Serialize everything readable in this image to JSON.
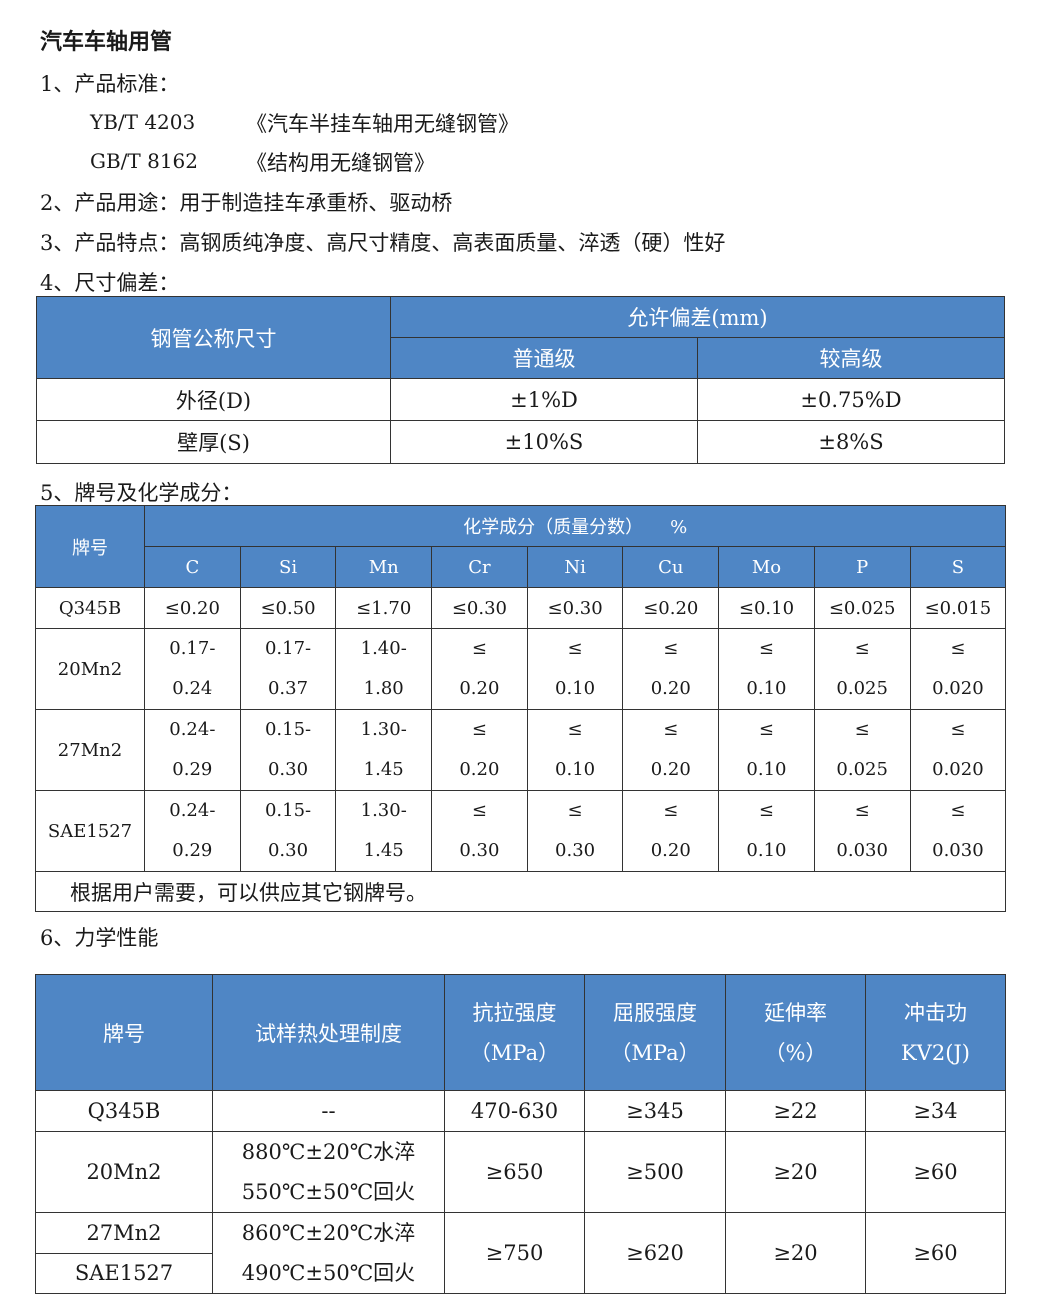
{
  "title": "汽车车轴用管",
  "sections": {
    "standards_heading": "1、产品标准：",
    "standards": [
      {
        "code": "YB/T 4203",
        "name": "《汽车半挂车轴用无缝钢管》"
      },
      {
        "code": "GB/T 8162",
        "name": "《结构用无缝钢管》"
      }
    ],
    "usage": "2、产品用途：用于制造挂车承重桥、驱动桥",
    "features": "3、产品特点：高钢质纯净度、高尺寸精度、高表面质量、淬透（硬）性好",
    "tolerance_heading": "4、尺寸偏差：",
    "chem_heading": "5、牌号及化学成分：",
    "mech_heading": "6、力学性能"
  },
  "tolerance_table": {
    "col_size": "钢管公称尺寸",
    "col_group": "允许偏差(mm)",
    "col_normal": "普通级",
    "col_high": "较高级",
    "rows": [
      {
        "item": "外径(D)",
        "normal": "±1%D",
        "high": "±0.75%D"
      },
      {
        "item": "壁厚(S)",
        "normal": "±10%S",
        "high": "±8%S"
      }
    ]
  },
  "chem_table": {
    "col_grade": "牌号",
    "col_group": "化学成分（质量分数）　　%",
    "elements": [
      "C",
      "Si",
      "Mn",
      "Cr",
      "Ni",
      "Cu",
      "Mo",
      "P",
      "S"
    ],
    "rows": [
      {
        "grade": "Q345B",
        "single": true,
        "values": [
          "≤0.20",
          "≤0.50",
          "≤1.70",
          "≤0.30",
          "≤0.30",
          "≤0.20",
          "≤0.10",
          "≤0.025",
          "≤0.015"
        ]
      },
      {
        "grade": "20Mn2",
        "single": false,
        "top": [
          "0.17-",
          "0.17-",
          "1.40-",
          "≤",
          "≤",
          "≤",
          "≤",
          "≤",
          "≤"
        ],
        "bottom": [
          "0.24",
          "0.37",
          "1.80",
          "0.20",
          "0.10",
          "0.20",
          "0.10",
          "0.025",
          "0.020"
        ]
      },
      {
        "grade": "27Mn2",
        "single": false,
        "top": [
          "0.24-",
          "0.15-",
          "1.30-",
          "≤",
          "≤",
          "≤",
          "≤",
          "≤",
          "≤"
        ],
        "bottom": [
          "0.29",
          "0.30",
          "1.45",
          "0.20",
          "0.10",
          "0.20",
          "0.10",
          "0.025",
          "0.020"
        ]
      },
      {
        "grade": "SAE1527",
        "single": false,
        "top": [
          "0.24-",
          "0.15-",
          "1.30-",
          "≤",
          "≤",
          "≤",
          "≤",
          "≤",
          "≤"
        ],
        "bottom": [
          "0.29",
          "0.30",
          "1.45",
          "0.30",
          "0.30",
          "0.20",
          "0.10",
          "0.030",
          "0.030"
        ]
      }
    ],
    "note": "根据用户需要，可以供应其它钢牌号。"
  },
  "mech_table": {
    "headers": {
      "grade": "牌号",
      "heat": "试样热处理制度",
      "tensile": [
        "抗拉强度",
        "（MPa）"
      ],
      "yield": [
        "屈服强度",
        "（MPa）"
      ],
      "elong": [
        "延伸率",
        "（%）"
      ],
      "impact": [
        "冲击功",
        "KV2(J)"
      ]
    },
    "row_q345b": {
      "grade": "Q345B",
      "heat": "--",
      "tensile": "470-630",
      "yield": "≥345",
      "elong": "≥22",
      "impact": "≥34"
    },
    "row_20mn2": {
      "grade": "20Mn2",
      "heat": [
        "880℃±20℃水淬",
        "550℃±50℃回火"
      ],
      "tensile": "≥650",
      "yield": "≥500",
      "elong": "≥20",
      "impact": "≥60"
    },
    "row_27mn2": {
      "grades": [
        "27Mn2",
        "SAE1527"
      ],
      "heat": [
        "860℃±20℃水淬",
        "490℃±50℃回火"
      ],
      "tensile": "≥750",
      "yield": "≥620",
      "elong": "≥20",
      "impact": "≥60"
    }
  },
  "colors": {
    "header_blue": "#4f86c5",
    "border": "#333333"
  }
}
